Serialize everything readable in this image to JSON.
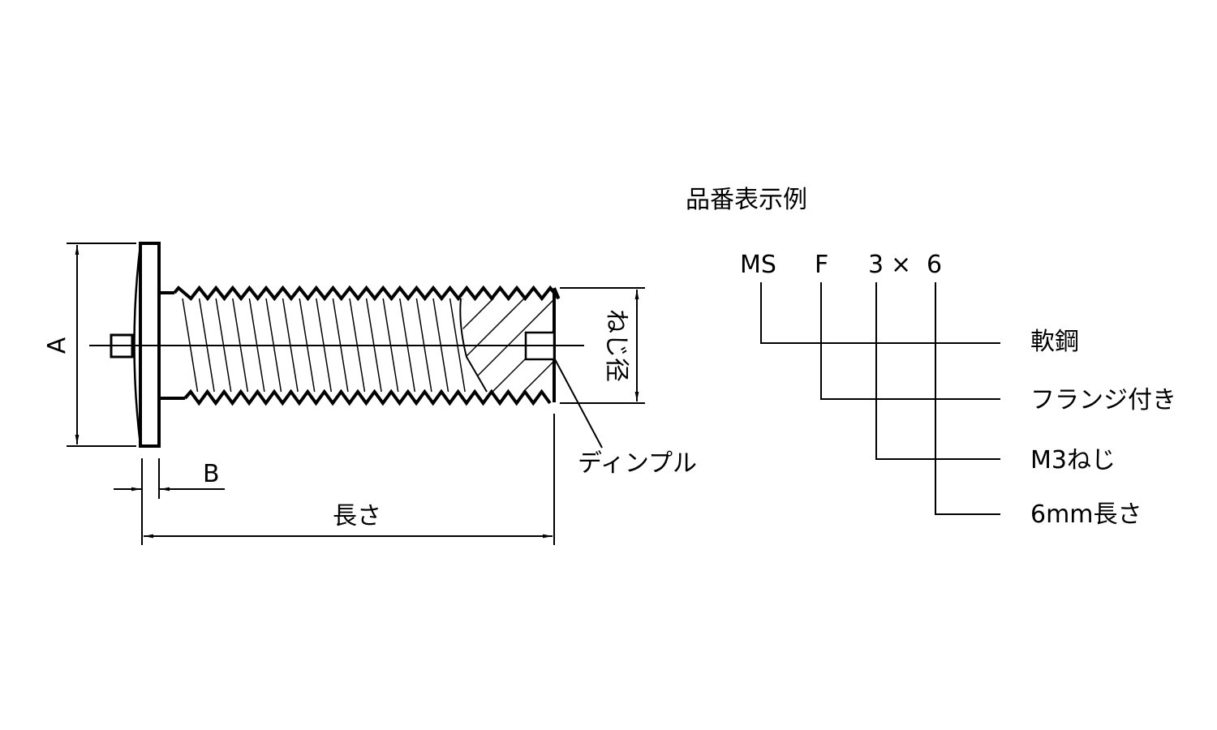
{
  "drawing": {
    "dim_a": "A",
    "dim_b": "B",
    "dim_length": "長さ",
    "dim_thread_dia": "ねじ径",
    "dimple_label": "ディンプル"
  },
  "example": {
    "title": "品番表示例",
    "code_parts": [
      "MS",
      "F",
      "3",
      "×",
      "6"
    ],
    "legend": [
      "軟鋼",
      "フランジ付き",
      "M3ねじ",
      "6mm長さ"
    ]
  },
  "colors": {
    "line": "#000000",
    "background": "#ffffff"
  }
}
